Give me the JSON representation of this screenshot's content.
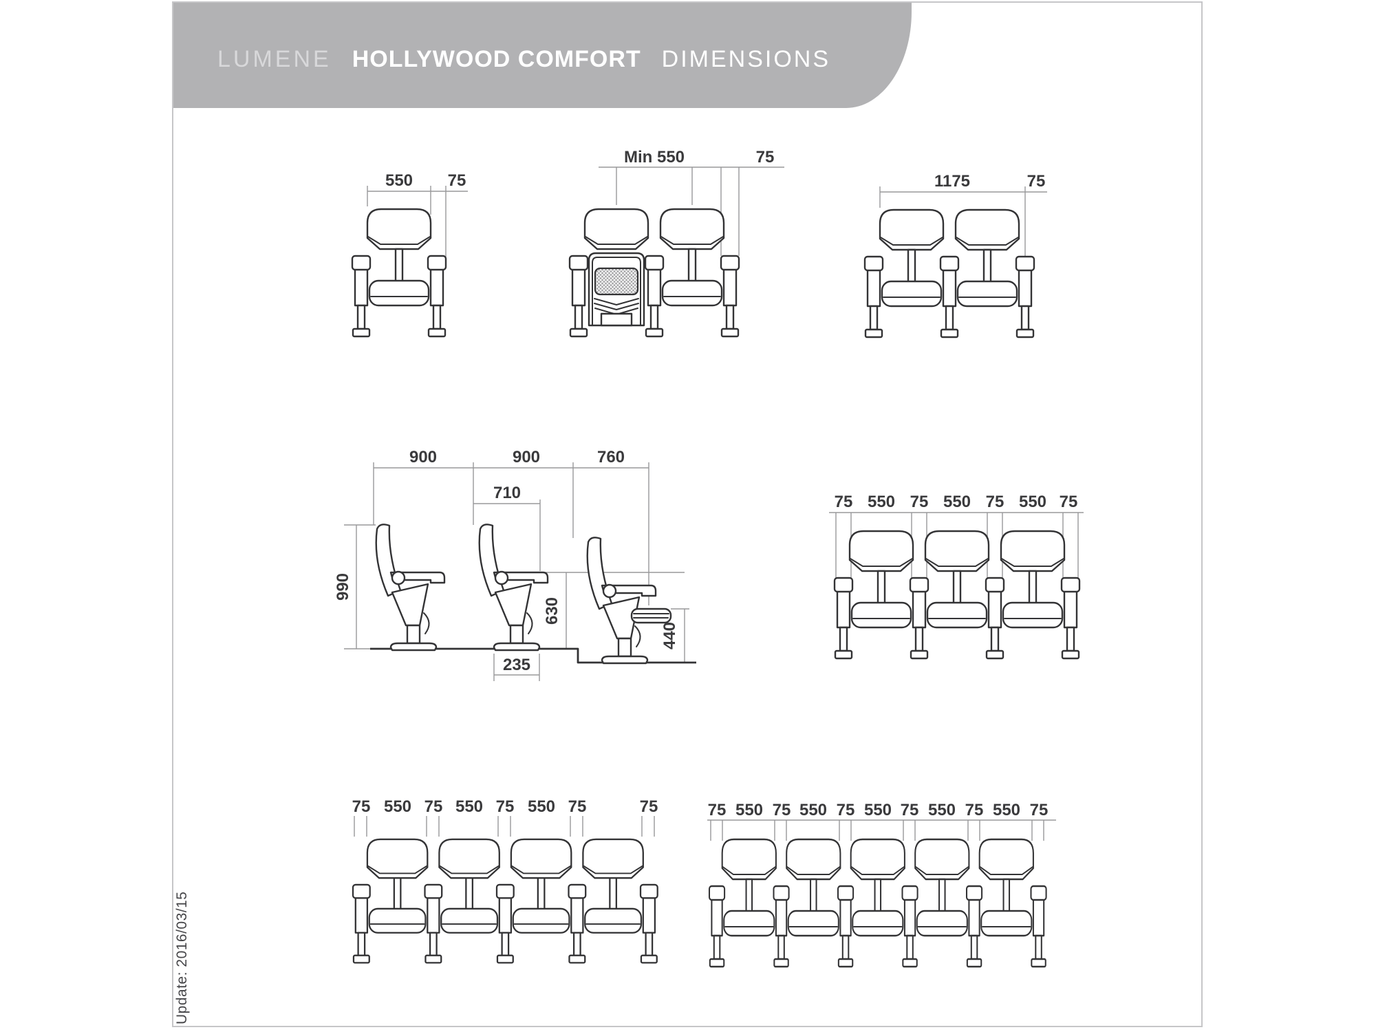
{
  "header": {
    "brand": "LUMENE",
    "product": "HOLLYWOOD COMFORT",
    "section": "DIMENSIONS",
    "banner_color": "#b2b2b4",
    "brand_color": "#d8d8da",
    "text_color": "#ffffff"
  },
  "footer": {
    "update_note": "Update: 2016/03/15"
  },
  "colors": {
    "drawing_line": "#333335",
    "dimension_line": "#98989a",
    "dimension_text": "#3a3a3c",
    "speaker_grille": "#a0a0a2",
    "page_border": "#c6c6c8"
  },
  "diagrams": {
    "single_seat_front": {
      "seat_width": "550",
      "armrest_width": "75"
    },
    "double_seat_speaker_front": {
      "min_seat_spacing": "Min 550",
      "armrest_width": "75"
    },
    "double_seat_front": {
      "total_width": "1175",
      "armrest_width": "75"
    },
    "side_view": {
      "row_spacing_1": "900",
      "row_spacing_2": "900",
      "row_spacing_3": "760",
      "seat_depth_tipped": "710",
      "overall_height": "990",
      "armrest_height": "630",
      "seat_height": "440",
      "base_width": "235"
    },
    "row_of_3": {
      "labels": [
        "75",
        "550",
        "75",
        "550",
        "75",
        "550",
        "75"
      ]
    },
    "row_of_4": {
      "labels": [
        "75",
        "550",
        "75",
        "550",
        "75",
        "550",
        "75",
        "75"
      ]
    },
    "row_of_5": {
      "labels": [
        "75",
        "550",
        "75",
        "550",
        "75",
        "550",
        "75",
        "550",
        "75",
        "550",
        "75"
      ]
    }
  }
}
